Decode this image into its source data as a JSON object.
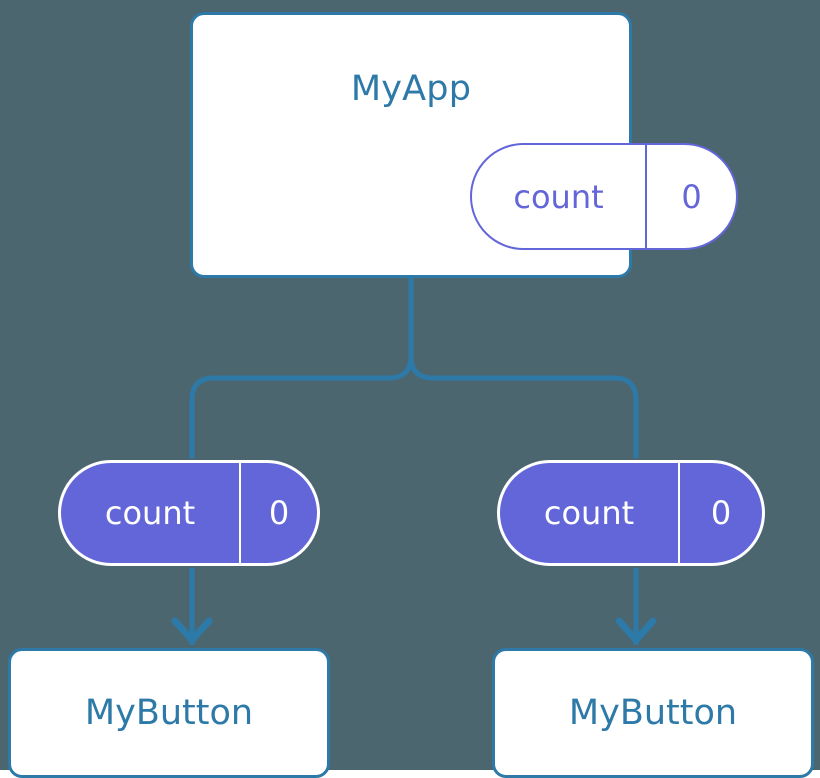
{
  "diagram": {
    "title": "MyApp",
    "background_color": "#4c6670",
    "accent_blue": "#2d79a8",
    "accent_purple": "#6366d8"
  },
  "root": {
    "component_name": "MyApp",
    "state": {
      "key": "count",
      "value": "0"
    }
  },
  "branches": [
    {
      "state": {
        "key": "count",
        "value": "0"
      },
      "component_name": "MyButton"
    },
    {
      "state": {
        "key": "count",
        "value": "0"
      },
      "component_name": "MyButton"
    }
  ]
}
